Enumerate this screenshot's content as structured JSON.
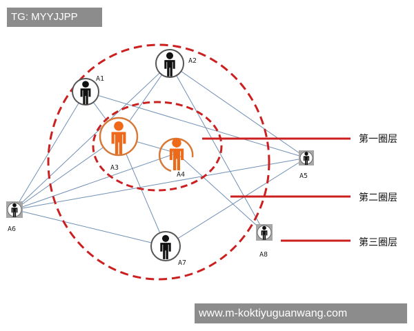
{
  "watermarks": {
    "top": "TG: MYYJJPP",
    "bottom": "www.m-koktiyuguanwang.com"
  },
  "colors": {
    "edge": "#6f8fb5",
    "ring": "#cc1f1f",
    "orange_person": "#ee6a1a",
    "black_person": "#111111",
    "small_box": "#a6a6a6",
    "badge": "#8c8c8c"
  },
  "nodes": {
    "A1": {
      "label": "A1",
      "kind": "black-person"
    },
    "A2": {
      "label": "A2",
      "kind": "black-person"
    },
    "A3": {
      "label": "A3",
      "kind": "orange-person"
    },
    "A4": {
      "label": "A4",
      "kind": "orange-person"
    },
    "A5": {
      "label": "A5",
      "kind": "small-person"
    },
    "A6": {
      "label": "A6",
      "kind": "small-person"
    },
    "A7": {
      "label": "A7",
      "kind": "black-person"
    },
    "A8": {
      "label": "A8",
      "kind": "small-person"
    }
  },
  "edges": [
    [
      "A6",
      "A1"
    ],
    [
      "A6",
      "A2"
    ],
    [
      "A6",
      "A3"
    ],
    [
      "A6",
      "A4"
    ],
    [
      "A6",
      "A7"
    ],
    [
      "A6",
      "A5"
    ],
    [
      "A1",
      "A3"
    ],
    [
      "A1",
      "A5"
    ],
    [
      "A2",
      "A3"
    ],
    [
      "A2",
      "A5"
    ],
    [
      "A2",
      "A8"
    ],
    [
      "A3",
      "A4"
    ],
    [
      "A3",
      "A7"
    ],
    [
      "A4",
      "A8"
    ],
    [
      "A7",
      "A5"
    ]
  ],
  "layers": {
    "first": "第一圈层",
    "second": "第二圈层",
    "third": "第三圈层"
  }
}
